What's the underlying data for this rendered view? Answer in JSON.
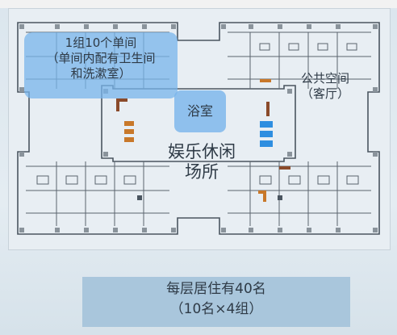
{
  "callouts": {
    "unit_group": [
      "1组10个单间",
      "（单间内配有卫生间",
      "和洗漱室）"
    ],
    "bathroom": "浴室",
    "public_space": [
      "公共空间",
      "（客厅）"
    ],
    "leisure": [
      "娱乐休闲",
      "场所"
    ]
  },
  "occupancy": {
    "line1": "每层居住有40名",
    "line2": "（10名×4组）"
  },
  "colors": {
    "callout_fill": "#78b4eb",
    "wall": "#4a5560",
    "column": "#8a939b",
    "accent_orange": "#c8782a",
    "accent_blue": "#2e8ee0",
    "occupancy_fill": "#a9c6dc"
  }
}
